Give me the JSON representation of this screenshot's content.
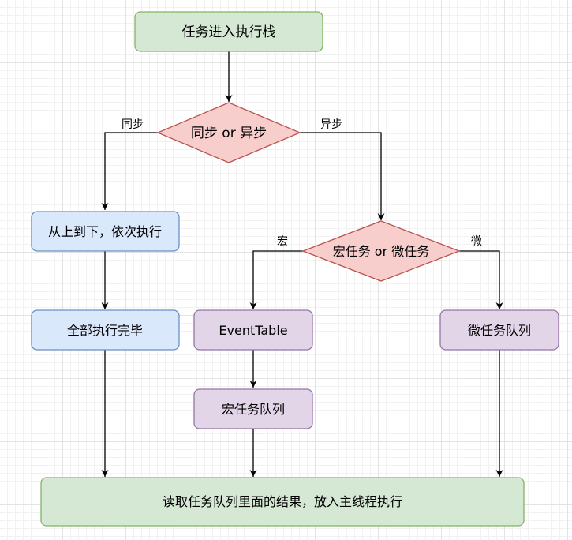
{
  "nodes": {
    "start": "任务进入执行栈",
    "sync_or_async": "同步 or 异步",
    "top_down": "从上到下，依次执行",
    "all_done": "全部执行完毕",
    "macro_or_micro": "宏任务 or 微任务",
    "event_table": "EventTable",
    "micro_queue": "微任务队列",
    "macro_queue": "宏任务队列",
    "end": "读取任务队列里面的结果，放入主线程执行"
  },
  "edges": {
    "sync": "同步",
    "async": "异步",
    "macro": "宏",
    "micro": "微"
  },
  "colors": {
    "green_fill": "#d5e8d4",
    "green_stroke": "#82b366",
    "red_fill": "#f8cecc",
    "red_stroke": "#b85450",
    "blue_fill": "#dae8fc",
    "blue_stroke": "#6c8ebf",
    "purple_fill": "#e1d5e7",
    "purple_stroke": "#9673a6"
  }
}
